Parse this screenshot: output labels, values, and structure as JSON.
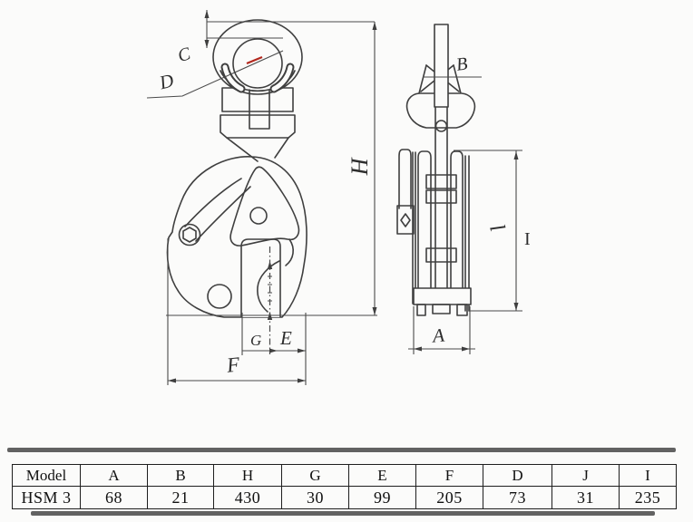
{
  "drawing": {
    "labels": {
      "c": "C",
      "d": "D",
      "h": "H",
      "g": "G",
      "e": "E",
      "f": "F",
      "b": "B",
      "a": "A",
      "i_italic": "l",
      "i_serif": "I"
    },
    "colors": {
      "line": "#3f3f3f",
      "red_mark": "#b3281e"
    }
  },
  "table": {
    "headers": [
      "Model",
      "A",
      "B",
      "H",
      "G",
      "E",
      "F",
      "D",
      "J",
      "I"
    ],
    "rows": [
      [
        "HSM 3",
        "68",
        "21",
        "430",
        "30",
        "99",
        "205",
        "73",
        "31",
        "235"
      ]
    ]
  }
}
